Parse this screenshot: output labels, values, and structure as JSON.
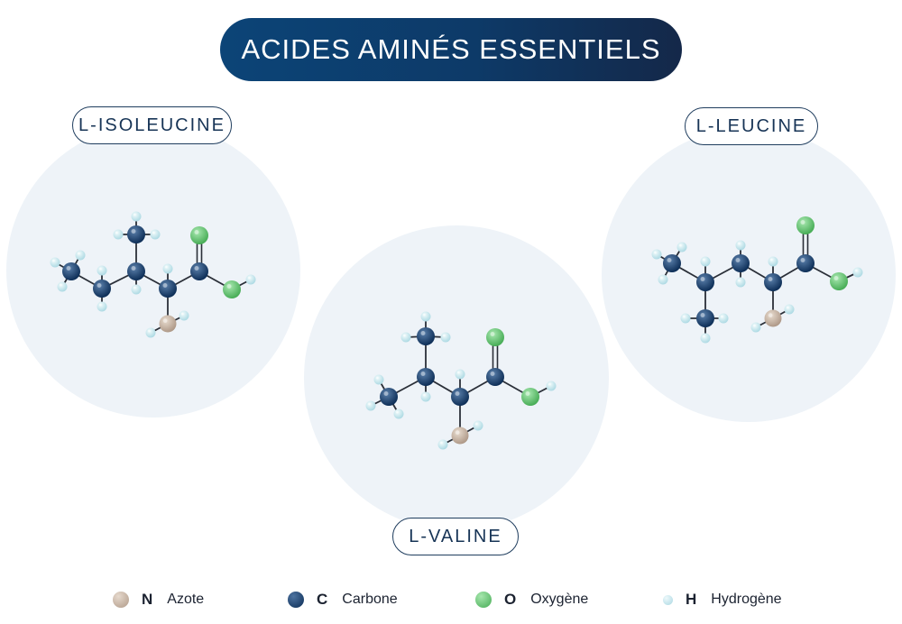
{
  "title": "ACIDES AMINÉS ESSENTIELS",
  "molecules": [
    {
      "name": "L-ISOLEUCINE"
    },
    {
      "name": "L-VALINE"
    },
    {
      "name": "L-LEUCINE"
    }
  ],
  "legend": [
    {
      "symbol": "N",
      "label": "Azote",
      "color": "#c2ad9c"
    },
    {
      "symbol": "C",
      "label": "Carbone",
      "color": "#0e3a6a"
    },
    {
      "symbol": "O",
      "label": "Oxygène",
      "color": "#5cc46a"
    },
    {
      "symbol": "H",
      "label": "Hydrogène",
      "color": "#bfe2ea"
    }
  ]
}
